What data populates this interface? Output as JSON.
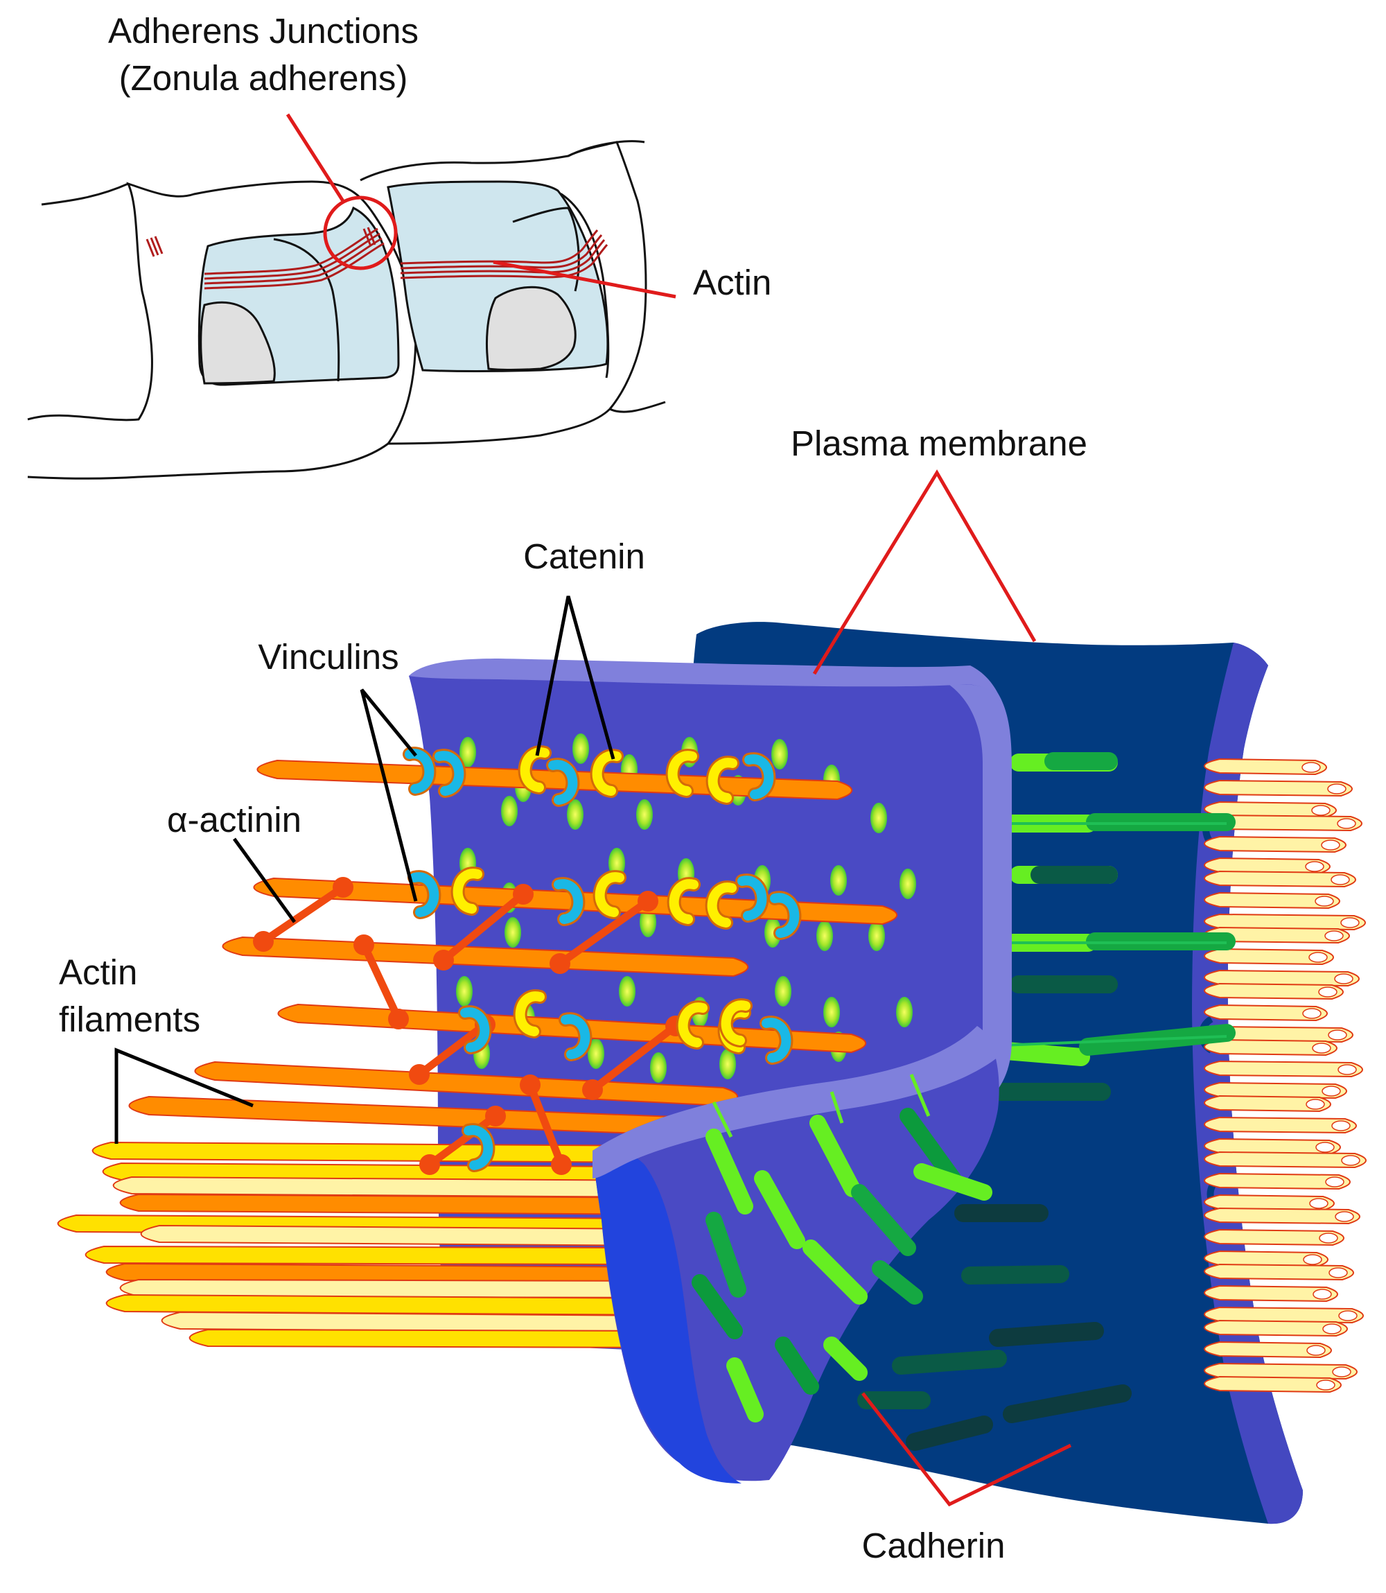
{
  "labels": {
    "adherens_line1": "Adherens Junctions",
    "adherens_line2": "(Zonula adherens)",
    "actin": "Actin",
    "plasma_membrane": "Plasma membrane",
    "catenin": "Catenin",
    "vinculins": "Vinculins",
    "alpha_actinin": "α-actinin",
    "actin_filaments_line1": "Actin",
    "actin_filaments_line2": "filaments",
    "cadherin": "Cadherin"
  },
  "colors": {
    "pointer_red": "#e01b1b",
    "pointer_black": "#000000",
    "membrane_front": "#4a4ac4",
    "membrane_front_light": "#7f80dc",
    "membrane_back": "#023b80",
    "membrane_back_edge": "#4448c0",
    "membrane_fold": "#2244dd",
    "cell_fill": "#cfe6ee",
    "nucleus": "#e0e0e0",
    "actin_band": "#b01c1c",
    "filament_orange": "#ff8c00",
    "filament_yellow": "#ffe100",
    "filament_pale": "#fff3a6",
    "filament_outline": "#e03a14",
    "catenin": "#fff000",
    "vinculin": "#19b8e6",
    "alpha_actinin": "#f04a10",
    "cadherin_light": "#66ee22",
    "cadherin_mid": "#15a842",
    "cadherin_dark": "#0a5a46"
  }
}
